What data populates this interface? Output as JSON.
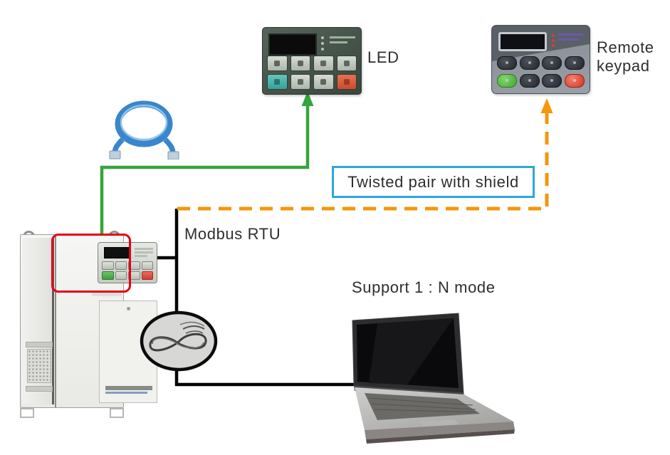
{
  "diagram": {
    "background": "#ffffff",
    "labels": {
      "led": "LED",
      "remote_keypad": "Remote keypad",
      "twisted_pair_callout": "Twisted pair with shield",
      "modbus": "Modbus RTU",
      "support_mode": "Support 1 : N mode"
    },
    "colors": {
      "led_link_green": "#36a53b",
      "remote_link_orange": "#f3970b",
      "bus_line_black": "#000000",
      "callout_border_blue": "#2da7e0",
      "vfd_highlight_red": "#e60014",
      "label_text": "#2e2e2e",
      "ethernet_cable_blue": "#3a86cc"
    },
    "connections": [
      {
        "from": "vfd-keypad",
        "to": "led-keypad",
        "style": "solid-arrow",
        "color": "#36a53b"
      },
      {
        "from": "modbus-bus",
        "to": "remote-keypad",
        "style": "dashed-arrow",
        "color": "#f3970b",
        "label": "Twisted pair with shield"
      },
      {
        "from": "vfd",
        "to": "laptop",
        "style": "solid-bus",
        "color": "#000000",
        "label": "Modbus RTU",
        "note": "Support 1 : N mode"
      }
    ],
    "icons": [
      "vfd-drive-image",
      "led-keypad-image",
      "remote-keypad-image",
      "ethernet-cable-icon",
      "twisted-pair-cable-icon",
      "laptop-image"
    ]
  }
}
